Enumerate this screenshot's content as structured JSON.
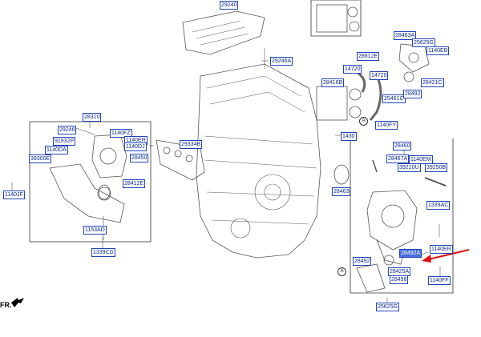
{
  "labels": {
    "l29240": "29240",
    "l29246a": "29246A",
    "l28463a": "28463A",
    "l25625g": "25625G",
    "l1140eb": "1140EB",
    "l28612e": "28612E",
    "l14720a": "14720",
    "l14720b": "14720",
    "l28416b": "28416B",
    "l28421c": "28421C",
    "l25461c": "25461C",
    "l28492a": "28492",
    "l1140fy": "1140FY",
    "l28310": "28310",
    "l29246": "29246",
    "l1140fz": "1140FZ",
    "l91932p": "91932P",
    "l1140er_a": "1140ER",
    "l1140da": "1140DA",
    "l1140dj": "1140DJ",
    "l39300e": "39300E",
    "l28450": "28450",
    "l28412e": "28412E",
    "l1140jf": "1140JF",
    "l1153ad": "1153AD",
    "l1339cd": "1339CD",
    "l29334b": "29334B",
    "l1430": "1430",
    "l28460": "28460",
    "l28467a": "28467A",
    "l1140em": "1140EM",
    "l39210u": "39210U",
    "l39250b": "39250B",
    "l28463": "28463",
    "l1339ac": "1339AC",
    "l1140er_b": "1140ER",
    "l28492a_hl": "28492A",
    "l28492b": "28492",
    "l28425a": "28425A",
    "l28498": "28498",
    "l1140ff": "1140FF",
    "l25625g_b": "25625G"
  },
  "callout_a1": "A",
  "callout_a2": "A",
  "fr_label": "FR.",
  "colors": {
    "label_text": "#0a2a8f",
    "label_border": "#2244bb",
    "highlight_fill": "#4a6fe0",
    "arrow": "#dd1111",
    "line": "#333333"
  }
}
